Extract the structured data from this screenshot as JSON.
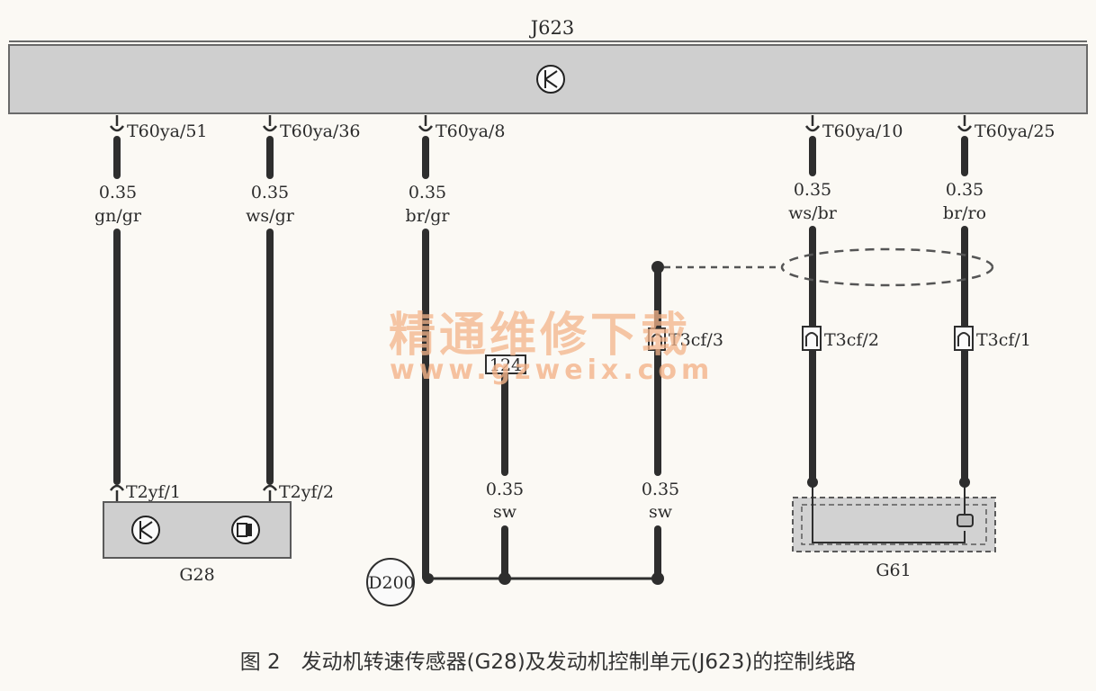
{
  "control_unit": {
    "label": "J623"
  },
  "pins": [
    {
      "connector": "T60ya/51",
      "size": "0.35",
      "color": "gn/gr"
    },
    {
      "connector": "T60ya/36",
      "size": "0.35",
      "color": "ws/gr"
    },
    {
      "connector": "T60ya/8",
      "size": "0.35",
      "color": "br/gr"
    },
    {
      "connector": "T60ya/10",
      "size": "0.35",
      "color": "ws/br"
    },
    {
      "connector": "T60ya/25",
      "size": "0.35",
      "color": "br/ro"
    }
  ],
  "g28": {
    "label": "G28",
    "pin1": "T2yf/1",
    "pin2": "T2yf/2"
  },
  "g61": {
    "label": "G61",
    "pin2": "T3cf/2",
    "pin1": "T3cf/1"
  },
  "shield": {
    "pin3": "T3cf/3",
    "size": "0.35",
    "color": "sw"
  },
  "splice": {
    "label": "124",
    "size": "0.35",
    "color": "sw"
  },
  "ground": {
    "label": "D200"
  },
  "watermark": {
    "text": "精通维修下载",
    "url": "www.gzweix.com"
  },
  "caption": "图 2　发动机转速传感器(G28)及发动机控制单元(J623)的控制线路"
}
